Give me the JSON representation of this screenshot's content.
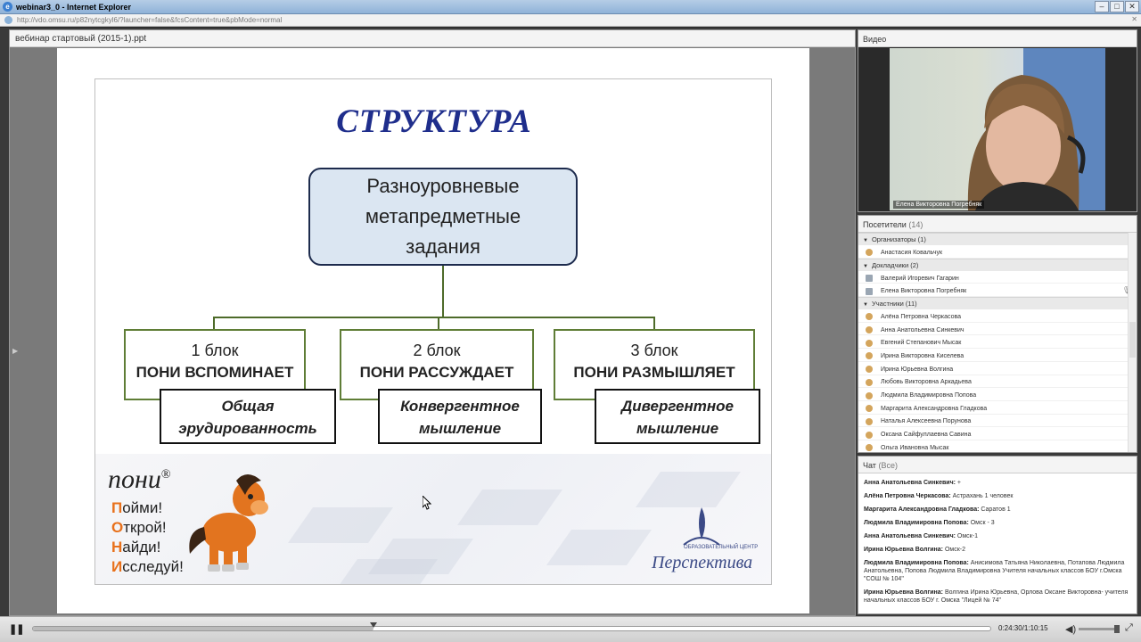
{
  "window": {
    "title": "webinar3_0 - Internet Explorer",
    "url": "http://vdo.omsu.ru/p82nytcgkyl6/?launcher=false&fcsContent=true&pbMode=normal"
  },
  "slide_panel": {
    "title": "вебинар стартовый (2015-1).ppt"
  },
  "slide": {
    "title": "СТРУКТУРА",
    "top_box": [
      "Разноуровневые",
      "метапредметные",
      "задания"
    ],
    "blocks": [
      {
        "num": "1 блок",
        "name": "ПОНИ ВСПОМИНАЕТ",
        "sub": [
          "Общая",
          "эрудированность"
        ]
      },
      {
        "num": "2 блок",
        "name": "ПОНИ РАССУЖДАЕТ",
        "sub": [
          "Конвергентное",
          "мышление"
        ]
      },
      {
        "num": "3 блок",
        "name": "ПОНИ РАЗМЫШЛЯЕТ",
        "sub": [
          "Дивергентное",
          "мышление"
        ]
      }
    ],
    "logo": {
      "name": "пони",
      "mark": "®",
      "words": [
        {
          "first": "П",
          "rest": "ойми!"
        },
        {
          "first": "О",
          "rest": "ткрой!"
        },
        {
          "first": "Н",
          "rest": "айди!"
        },
        {
          "first": "И",
          "rest": "сследуй!"
        }
      ]
    },
    "center_logo": {
      "small": "ОБРАЗОВАТЕЛЬНЫЙ ЦЕНТР",
      "name": "Перспектива"
    }
  },
  "video": {
    "title": "Видео",
    "caption": "Елена Викторовна Погребняк"
  },
  "visitors": {
    "title": "Посетители",
    "count": "(14)",
    "groups": [
      {
        "label": "Организаторы (1)",
        "people": [
          "Анастасия Ковальчук"
        ]
      },
      {
        "label": "Докладчики (2)",
        "people": [
          "Валерий Игоревич Гагарин",
          "Елена Викторовна Погребняк"
        ]
      },
      {
        "label": "Участники (11)",
        "people": [
          "Алёна Петровна Черкасова",
          "Анна Анатольевна Синкевич",
          "Евгений Степанович Мысак",
          "Ирина Викторовна Киселева",
          "Ирина Юрьевна Волгина",
          "Любовь Викторовна Аркадьева",
          "Людмила Владимировна Попова",
          "Маргарита Александровна Гладкова",
          "Наталья Алексеевна Порунова",
          "Оксана Сайфуллаевна Савина",
          "Ольга Ивановна Мысак"
        ]
      }
    ]
  },
  "chat": {
    "title": "Чат",
    "scope": "(Все)",
    "messages": [
      {
        "who": "Анна Анатольевна Синкевич:",
        "text": " +"
      },
      {
        "who": "Алёна Петровна Черкасова:",
        "text": " Астрахань 1 человек"
      },
      {
        "who": "Маргарита Александровна Гладкова:",
        "text": " Саратов 1"
      },
      {
        "who": "Людмила Владимировна Попова:",
        "text": " Омск - 3"
      },
      {
        "who": "Анна Анатольевна Синкевич:",
        "text": " Омск-1"
      },
      {
        "who": "Ирина Юрьевна Волгина:",
        "text": " Омск-2"
      },
      {
        "who": "Людмила Владимировна Попова:",
        "text": " Анисимова Татьяна Николаевна, Потапова Людмила Анатольевна, Попова Людмила Владимировна Учителя начальных классов БОУ г.Омска \"СОШ № 104\""
      },
      {
        "who": "Ирина Юрьевна Волгина:",
        "text": " Волгина Ирина Юрьевна, Орлова Оксане Викторовна- учителя начальных классов БОУ г. Омска \"Лицей № 74\""
      }
    ]
  },
  "player": {
    "time": "0:24:30/1:10:15",
    "progress": 0.356
  }
}
